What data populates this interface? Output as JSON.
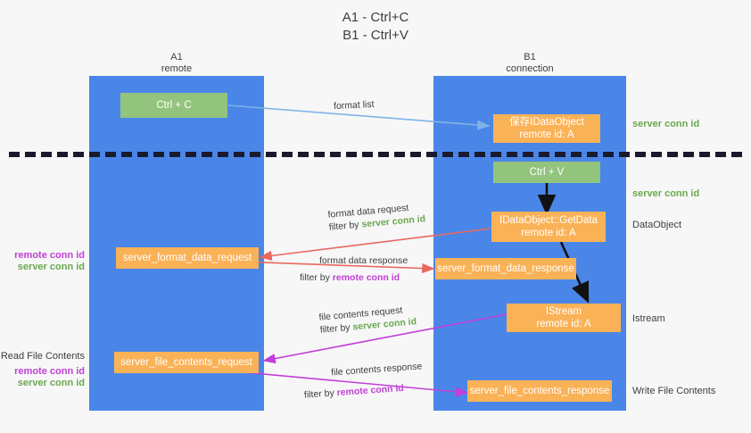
{
  "title": {
    "line1": "A1 - Ctrl+C",
    "line2": "B1 - Ctrl+V"
  },
  "lanes": [
    {
      "name": "A1",
      "role": "remote"
    },
    {
      "name": "B1",
      "role": "connection"
    }
  ],
  "nodes": {
    "ctrl_c": {
      "line1": "Ctrl + C"
    },
    "ctrl_v": {
      "line1": "Ctrl + V"
    },
    "save_dataobject": {
      "line1": "保存IDataObject",
      "line2": "remote id: A"
    },
    "getdata": {
      "line1": "IDataObject::GetData",
      "line2": "remote id: A"
    },
    "istream": {
      "line1": "IStream",
      "line2": "remote id: A"
    },
    "fmt_req": {
      "line1": "server_format_data_request"
    },
    "fmt_resp": {
      "line1": "server_format_data_response"
    },
    "file_req": {
      "line1": "server_file_contents_request"
    },
    "file_resp": {
      "line1": "server_file_contents_response"
    }
  },
  "annotations": {
    "format_list": "format list",
    "fmt_req_title": "format data request",
    "fmt_req_filter_prefix": "filter by ",
    "fmt_req_filter_key": "server conn id",
    "fmt_resp_title": "format data response",
    "fmt_resp_filter_prefix": "filter by ",
    "fmt_resp_filter_key": "remote conn id",
    "file_req_title": "file contents request",
    "file_req_filter_prefix": "filter by ",
    "file_req_filter_key": "server conn id",
    "file_resp_title": "file contents response",
    "file_resp_filter_prefix": "filter by ",
    "file_resp_filter_key": "remote conn id"
  },
  "side_labels": {
    "right_conn_1": "server conn id",
    "right_conn_2": "server conn id",
    "right_dataobject": "DataObject",
    "right_istream": "Istream",
    "right_write_file": "Write File Contents",
    "left_read_file": "Read File Contents",
    "left_remote_1": "remote conn id",
    "left_server_1": "server conn id",
    "left_remote_2": "remote conn id",
    "left_server_2": "server conn id"
  },
  "colors": {
    "lane": "#4a86e8",
    "green_box": "#93c47d",
    "orange_box": "#fab257",
    "green_text": "#6aa84f",
    "purple_text": "#c13fd6",
    "arrow_blue": "#7fb3e8",
    "arrow_red": "#e8695f",
    "arrow_magenta": "#c13fd6",
    "arrow_black": "#111111",
    "background": "#f7f7f7"
  }
}
